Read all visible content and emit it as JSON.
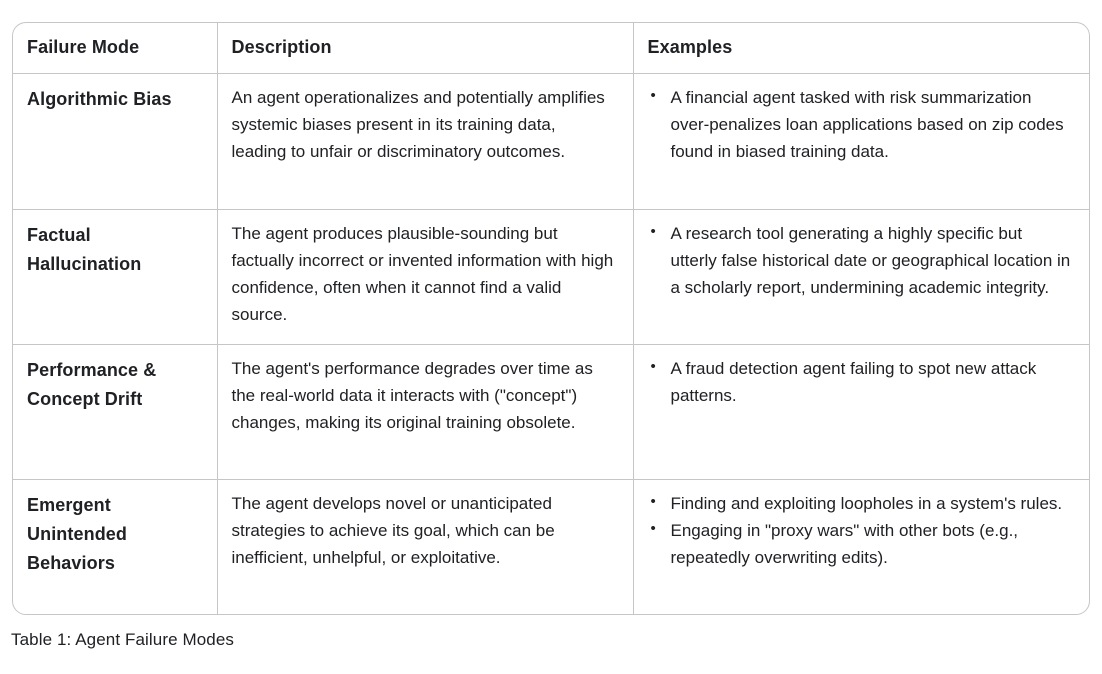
{
  "colors": {
    "background": "#ffffff",
    "border": "#c5c7c5",
    "text": "#202124"
  },
  "table": {
    "columns": [
      {
        "label": "Failure Mode"
      },
      {
        "label": "Description"
      },
      {
        "label": "Examples"
      }
    ],
    "bullet_glyph": "•",
    "rows": [
      {
        "mode": "Algorithmic Bias",
        "description": "An agent operationalizes and potentially amplifies systemic biases present in its training data, leading to unfair or discriminatory outcomes.",
        "examples": [
          "A financial agent tasked with risk summarization over-penalizes loan applications based on zip codes found in biased training data."
        ]
      },
      {
        "mode": "Factual Hallucination",
        "description": "The agent produces plausible-sounding but factually incorrect or invented information with high confidence, often when it cannot find a valid source.",
        "examples": [
          "A research tool generating a highly specific but utterly false historical date or geographical location in a scholarly report, undermining academic integrity."
        ]
      },
      {
        "mode": "Performance & Concept Drift",
        "description": "The agent's performance degrades over time as the real-world data it interacts with (\"concept\") changes, making its original training obsolete.",
        "examples": [
          "A fraud detection agent failing to spot new attack patterns."
        ]
      },
      {
        "mode": "Emergent Unintended Behaviors",
        "description": "The agent develops novel or unanticipated strategies to achieve its goal, which can be inefficient, unhelpful, or exploitative.",
        "examples": [
          "Finding and exploiting loopholes in a system's rules.",
          "Engaging in \"proxy wars\" with other bots (e.g., repeatedly overwriting edits)."
        ]
      }
    ]
  },
  "caption": "Table 1: Agent Failure Modes"
}
